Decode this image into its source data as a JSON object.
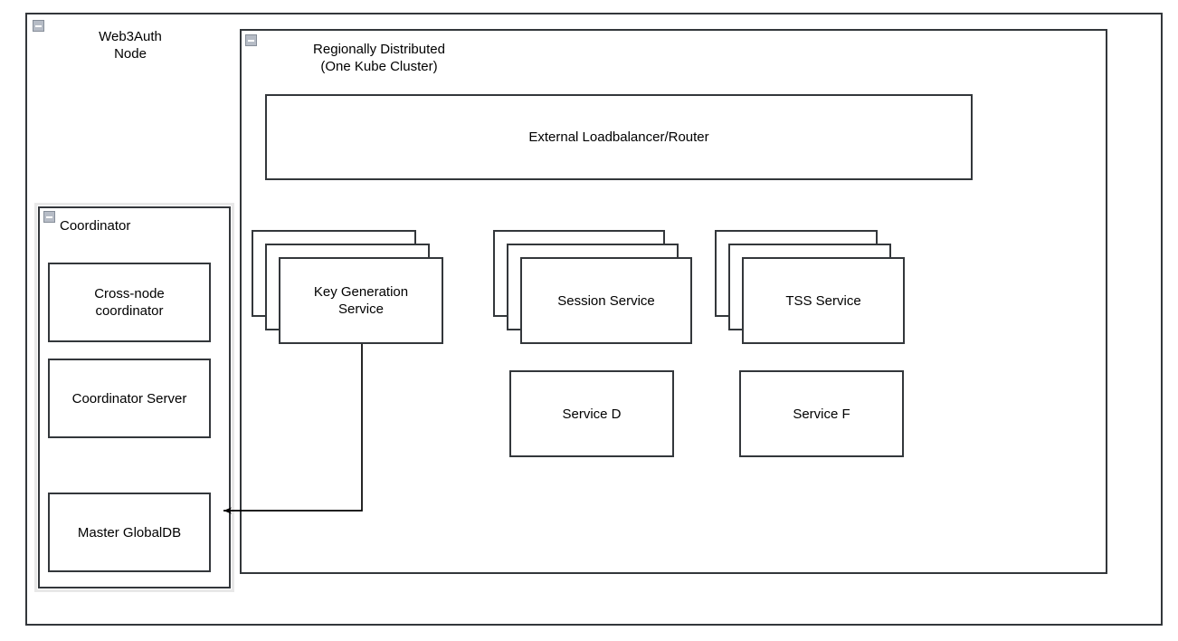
{
  "diagram": {
    "title": "Web3Auth Node architecture",
    "stroke_color": "#33373b",
    "fill_color": "#ffffff",
    "halo_color": "#e8e8e8",
    "icon_color": "#b6bcc6"
  },
  "outer": {
    "title": "Web3Auth\nNode",
    "collapse_icon": "collapse-minus-icon"
  },
  "cluster": {
    "title": "Regionally Distributed\n(One Kube Cluster)",
    "collapse_icon": "collapse-minus-icon"
  },
  "coordinator": {
    "title": "Coordinator",
    "collapse_icon": "collapse-minus-icon",
    "items": [
      {
        "label": "Cross-node\ncoordinator"
      },
      {
        "label": "Coordinator Server"
      },
      {
        "label": "Master GlobalDB"
      }
    ]
  },
  "loadbalancer": {
    "label": "External Loadbalancer/Router"
  },
  "services": {
    "stacked": [
      {
        "label": "Key Generation\nService",
        "replicas": 3
      },
      {
        "label": "Session Service",
        "replicas": 3
      },
      {
        "label": "TSS Service",
        "replicas": 3
      }
    ],
    "single": [
      {
        "label": "Service D"
      },
      {
        "label": "Service F"
      }
    ]
  },
  "connector": {
    "from": "Key Generation Service",
    "to": "Master GlobalDB",
    "arrow_direction": "left"
  }
}
